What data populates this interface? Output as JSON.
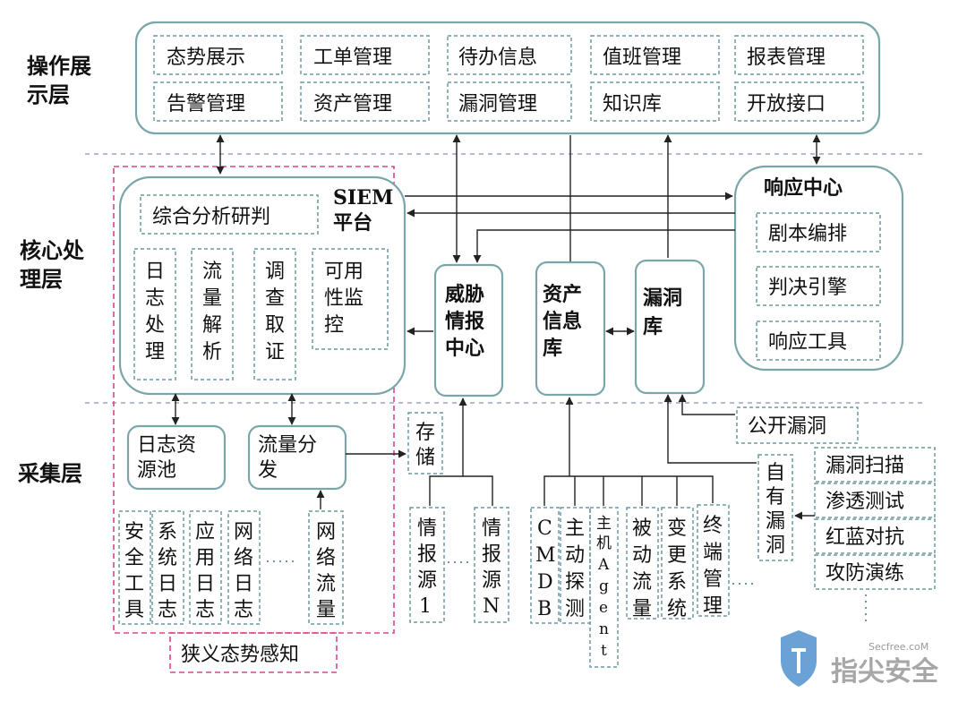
{
  "layers": {
    "display_line1": "操作展",
    "display_line2": "示层",
    "core_line1": "核心处",
    "core_line2": "理层",
    "collect": "采集层"
  },
  "display": {
    "row1": [
      "态势展示",
      "工单管理",
      "待办信息",
      "值班管理",
      "报表管理"
    ],
    "row2": [
      "告警管理",
      "资产管理",
      "漏洞管理",
      "知识库",
      "开放接口"
    ]
  },
  "siem": {
    "title_line1": "SIEM",
    "title_line2": "平台",
    "analysis": "综合分析研判",
    "modules": [
      [
        "日",
        "志",
        "处",
        "理"
      ],
      [
        "流",
        "量",
        "解",
        "析"
      ],
      [
        "调",
        "查",
        "取",
        "证"
      ],
      [
        "可用",
        "性监",
        "控"
      ]
    ]
  },
  "threat_intel": {
    "lines": [
      "威胁",
      "情报",
      "中心"
    ]
  },
  "asset_db": {
    "lines": [
      "资产",
      "信息",
      "库"
    ]
  },
  "vuln_db": {
    "lines": [
      "漏洞",
      "库"
    ]
  },
  "response": {
    "title": "响应中心",
    "items": [
      "剧本编排",
      "判决引擎",
      "响应工具"
    ]
  },
  "collection": {
    "log_pool": [
      "日志资",
      "源池"
    ],
    "traffic_dist": [
      "流量分",
      "发"
    ],
    "storage": [
      "存",
      "储"
    ],
    "log_sources": [
      [
        "安",
        "全",
        "工",
        "具"
      ],
      [
        "系",
        "统",
        "日",
        "志"
      ],
      [
        "应",
        "用",
        "日",
        "志"
      ],
      [
        "网",
        "络",
        "日",
        "志"
      ]
    ],
    "network_traffic": [
      "网",
      "络",
      "流",
      "量"
    ],
    "intel_sources": [
      [
        "情",
        "报",
        "源",
        "1"
      ],
      [
        "情",
        "报",
        "源",
        "N"
      ]
    ],
    "asset_sources": [
      [
        "C",
        "M",
        "D",
        "B"
      ],
      [
        "主",
        "动",
        "探",
        "测"
      ],
      [
        "主",
        "机",
        "A",
        "g",
        "e",
        "n",
        "t"
      ],
      [
        "被",
        "动",
        "流",
        "量"
      ],
      [
        "变",
        "更",
        "系",
        "统"
      ],
      [
        "终",
        "端",
        "管",
        "理"
      ]
    ],
    "public_vuln": "公开漏洞",
    "own_vuln": [
      "自",
      "有",
      "漏",
      "洞"
    ],
    "vuln_methods": [
      "漏洞扫描",
      "渗透测试",
      "红蓝对抗",
      "攻防演练"
    ],
    "narrow_sa": "狭义态势感知"
  },
  "watermark": {
    "site": "Secfree.coM",
    "brand": "指尖安全"
  }
}
